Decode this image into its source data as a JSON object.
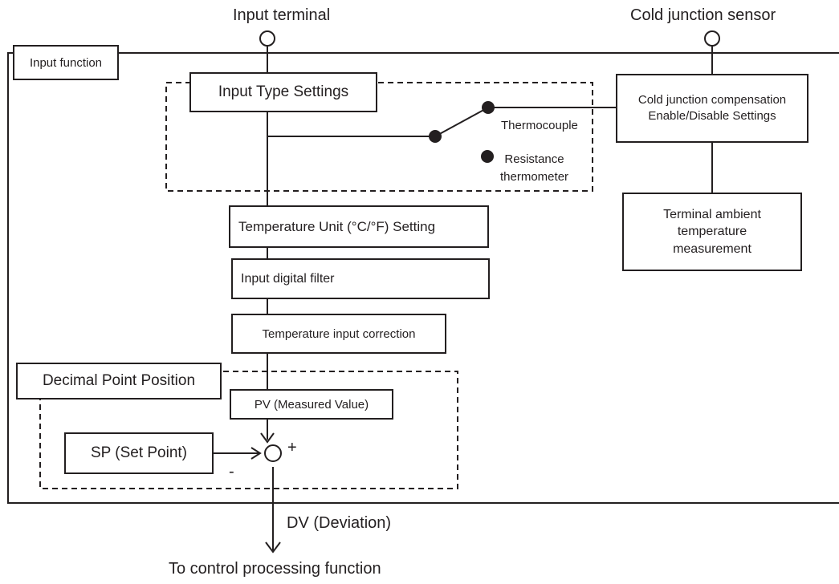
{
  "terminals": {
    "input": "Input terminal",
    "cold_junction": "Cold junction sensor"
  },
  "input_function_label": "Input function",
  "boxes": {
    "input_type": "Input Type Settings",
    "cjc": "Cold junction compensation\nEnable/Disable Settings",
    "ambient": "Terminal ambient\ntemperature\nmeasurement",
    "temp_unit": "Temperature Unit (°C/°F) Setting",
    "digital_filter": "Input digital filter",
    "correction": "Temperature input correction",
    "decimal_point": "Decimal Point Position",
    "pv": "PV (Measured Value)",
    "sp": "SP (Set Point)"
  },
  "switch_options": {
    "thermocouple": "Thermocouple",
    "resistance": "Resistance\nthermometer"
  },
  "signs": {
    "plus": "+",
    "minus": "-"
  },
  "outputs": {
    "dv": "DV (Deviation)",
    "destination": "To control processing function"
  }
}
